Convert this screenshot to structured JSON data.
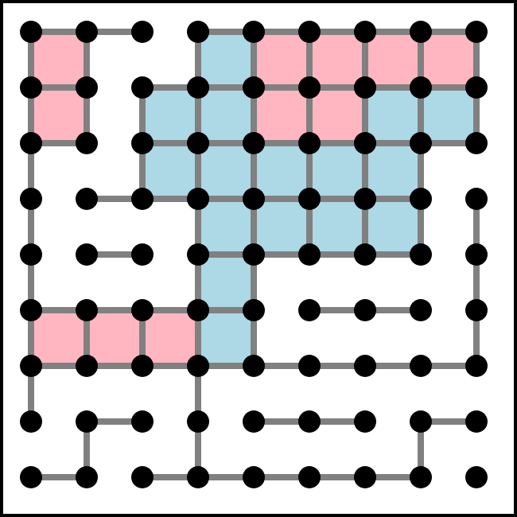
{
  "puzzle": {
    "grid": {
      "rows": 9,
      "cols": 9
    },
    "colors": {
      "pink": "#ffb6c1",
      "blue": "#add8e6",
      "edge": "#808080",
      "dot": "#000000",
      "frame": "#000000",
      "background": "#ffffff"
    },
    "cells": [
      {
        "r": 0,
        "c": 0,
        "color": "pink"
      },
      {
        "r": 1,
        "c": 0,
        "color": "pink"
      },
      {
        "r": 0,
        "c": 3,
        "color": "blue"
      },
      {
        "r": 0,
        "c": 4,
        "color": "pink"
      },
      {
        "r": 0,
        "c": 5,
        "color": "pink"
      },
      {
        "r": 0,
        "c": 6,
        "color": "pink"
      },
      {
        "r": 0,
        "c": 7,
        "color": "pink"
      },
      {
        "r": 1,
        "c": 2,
        "color": "blue"
      },
      {
        "r": 1,
        "c": 3,
        "color": "blue"
      },
      {
        "r": 1,
        "c": 4,
        "color": "pink"
      },
      {
        "r": 1,
        "c": 5,
        "color": "pink"
      },
      {
        "r": 1,
        "c": 6,
        "color": "blue"
      },
      {
        "r": 1,
        "c": 7,
        "color": "blue"
      },
      {
        "r": 2,
        "c": 2,
        "color": "blue"
      },
      {
        "r": 2,
        "c": 3,
        "color": "blue"
      },
      {
        "r": 2,
        "c": 4,
        "color": "blue"
      },
      {
        "r": 2,
        "c": 5,
        "color": "blue"
      },
      {
        "r": 2,
        "c": 6,
        "color": "blue"
      },
      {
        "r": 3,
        "c": 3,
        "color": "blue"
      },
      {
        "r": 3,
        "c": 4,
        "color": "blue"
      },
      {
        "r": 3,
        "c": 5,
        "color": "blue"
      },
      {
        "r": 3,
        "c": 6,
        "color": "blue"
      },
      {
        "r": 4,
        "c": 3,
        "color": "blue"
      },
      {
        "r": 5,
        "c": 3,
        "color": "blue"
      },
      {
        "r": 5,
        "c": 0,
        "color": "pink"
      },
      {
        "r": 5,
        "c": 1,
        "color": "pink"
      },
      {
        "r": 5,
        "c": 2,
        "color": "pink"
      }
    ],
    "edges": [
      [
        0,
        0,
        0,
        1
      ],
      [
        0,
        1,
        0,
        2
      ],
      [
        0,
        3,
        0,
        4
      ],
      [
        0,
        4,
        0,
        5
      ],
      [
        0,
        5,
        0,
        6
      ],
      [
        0,
        6,
        0,
        7
      ],
      [
        0,
        7,
        0,
        8
      ],
      [
        0,
        0,
        1,
        0
      ],
      [
        0,
        1,
        1,
        1
      ],
      [
        0,
        3,
        1,
        3
      ],
      [
        0,
        4,
        1,
        4
      ],
      [
        0,
        5,
        1,
        5
      ],
      [
        0,
        6,
        1,
        6
      ],
      [
        0,
        7,
        1,
        7
      ],
      [
        0,
        8,
        1,
        8
      ],
      [
        1,
        0,
        1,
        1
      ],
      [
        1,
        2,
        1,
        3
      ],
      [
        1,
        3,
        1,
        4
      ],
      [
        1,
        4,
        1,
        5
      ],
      [
        1,
        5,
        1,
        6
      ],
      [
        1,
        6,
        1,
        7
      ],
      [
        1,
        7,
        1,
        8
      ],
      [
        1,
        0,
        2,
        0
      ],
      [
        1,
        1,
        2,
        1
      ],
      [
        1,
        2,
        2,
        2
      ],
      [
        1,
        3,
        2,
        3
      ],
      [
        1,
        4,
        2,
        4
      ],
      [
        1,
        5,
        2,
        5
      ],
      [
        1,
        6,
        2,
        6
      ],
      [
        1,
        7,
        2,
        7
      ],
      [
        1,
        8,
        2,
        8
      ],
      [
        2,
        0,
        2,
        1
      ],
      [
        2,
        2,
        2,
        3
      ],
      [
        2,
        3,
        2,
        4
      ],
      [
        2,
        4,
        2,
        5
      ],
      [
        2,
        5,
        2,
        6
      ],
      [
        2,
        6,
        2,
        7
      ],
      [
        2,
        7,
        2,
        8
      ],
      [
        2,
        0,
        3,
        0
      ],
      [
        2,
        2,
        3,
        2
      ],
      [
        2,
        3,
        3,
        3
      ],
      [
        2,
        4,
        3,
        4
      ],
      [
        2,
        5,
        3,
        5
      ],
      [
        2,
        6,
        3,
        6
      ],
      [
        2,
        7,
        3,
        7
      ],
      [
        3,
        1,
        3,
        2
      ],
      [
        3,
        2,
        3,
        3
      ],
      [
        3,
        3,
        3,
        4
      ],
      [
        3,
        4,
        3,
        5
      ],
      [
        3,
        5,
        3,
        6
      ],
      [
        3,
        6,
        3,
        7
      ],
      [
        3,
        0,
        4,
        0
      ],
      [
        3,
        3,
        4,
        3
      ],
      [
        3,
        4,
        4,
        4
      ],
      [
        3,
        5,
        4,
        5
      ],
      [
        3,
        6,
        4,
        6
      ],
      [
        3,
        7,
        4,
        7
      ],
      [
        3,
        8,
        4,
        8
      ],
      [
        4,
        1,
        4,
        2
      ],
      [
        4,
        3,
        4,
        4
      ],
      [
        4,
        4,
        4,
        5
      ],
      [
        4,
        5,
        4,
        6
      ],
      [
        4,
        6,
        4,
        7
      ],
      [
        4,
        0,
        5,
        0
      ],
      [
        4,
        3,
        5,
        3
      ],
      [
        4,
        4,
        5,
        4
      ],
      [
        4,
        8,
        5,
        8
      ],
      [
        5,
        0,
        5,
        1
      ],
      [
        5,
        1,
        5,
        2
      ],
      [
        5,
        2,
        5,
        3
      ],
      [
        5,
        3,
        5,
        4
      ],
      [
        5,
        5,
        5,
        6
      ],
      [
        5,
        6,
        5,
        7
      ],
      [
        5,
        0,
        6,
        0
      ],
      [
        5,
        1,
        6,
        1
      ],
      [
        5,
        2,
        6,
        2
      ],
      [
        5,
        3,
        6,
        3
      ],
      [
        5,
        4,
        6,
        4
      ],
      [
        5,
        8,
        6,
        8
      ],
      [
        6,
        0,
        6,
        1
      ],
      [
        6,
        1,
        6,
        2
      ],
      [
        6,
        2,
        6,
        3
      ],
      [
        6,
        3,
        6,
        4
      ],
      [
        6,
        4,
        6,
        5
      ],
      [
        6,
        5,
        6,
        6
      ],
      [
        6,
        6,
        6,
        7
      ],
      [
        6,
        7,
        6,
        8
      ],
      [
        6,
        0,
        7,
        0
      ],
      [
        6,
        3,
        7,
        3
      ],
      [
        7,
        1,
        7,
        2
      ],
      [
        7,
        4,
        7,
        5
      ],
      [
        7,
        5,
        7,
        6
      ],
      [
        7,
        7,
        7,
        8
      ],
      [
        7,
        1,
        8,
        1
      ],
      [
        7,
        3,
        8,
        3
      ],
      [
        7,
        7,
        8,
        7
      ],
      [
        8,
        0,
        8,
        1
      ],
      [
        8,
        2,
        8,
        3
      ],
      [
        8,
        3,
        8,
        4
      ],
      [
        8,
        4,
        8,
        5
      ],
      [
        8,
        5,
        8,
        6
      ],
      [
        8,
        6,
        8,
        7
      ]
    ]
  }
}
